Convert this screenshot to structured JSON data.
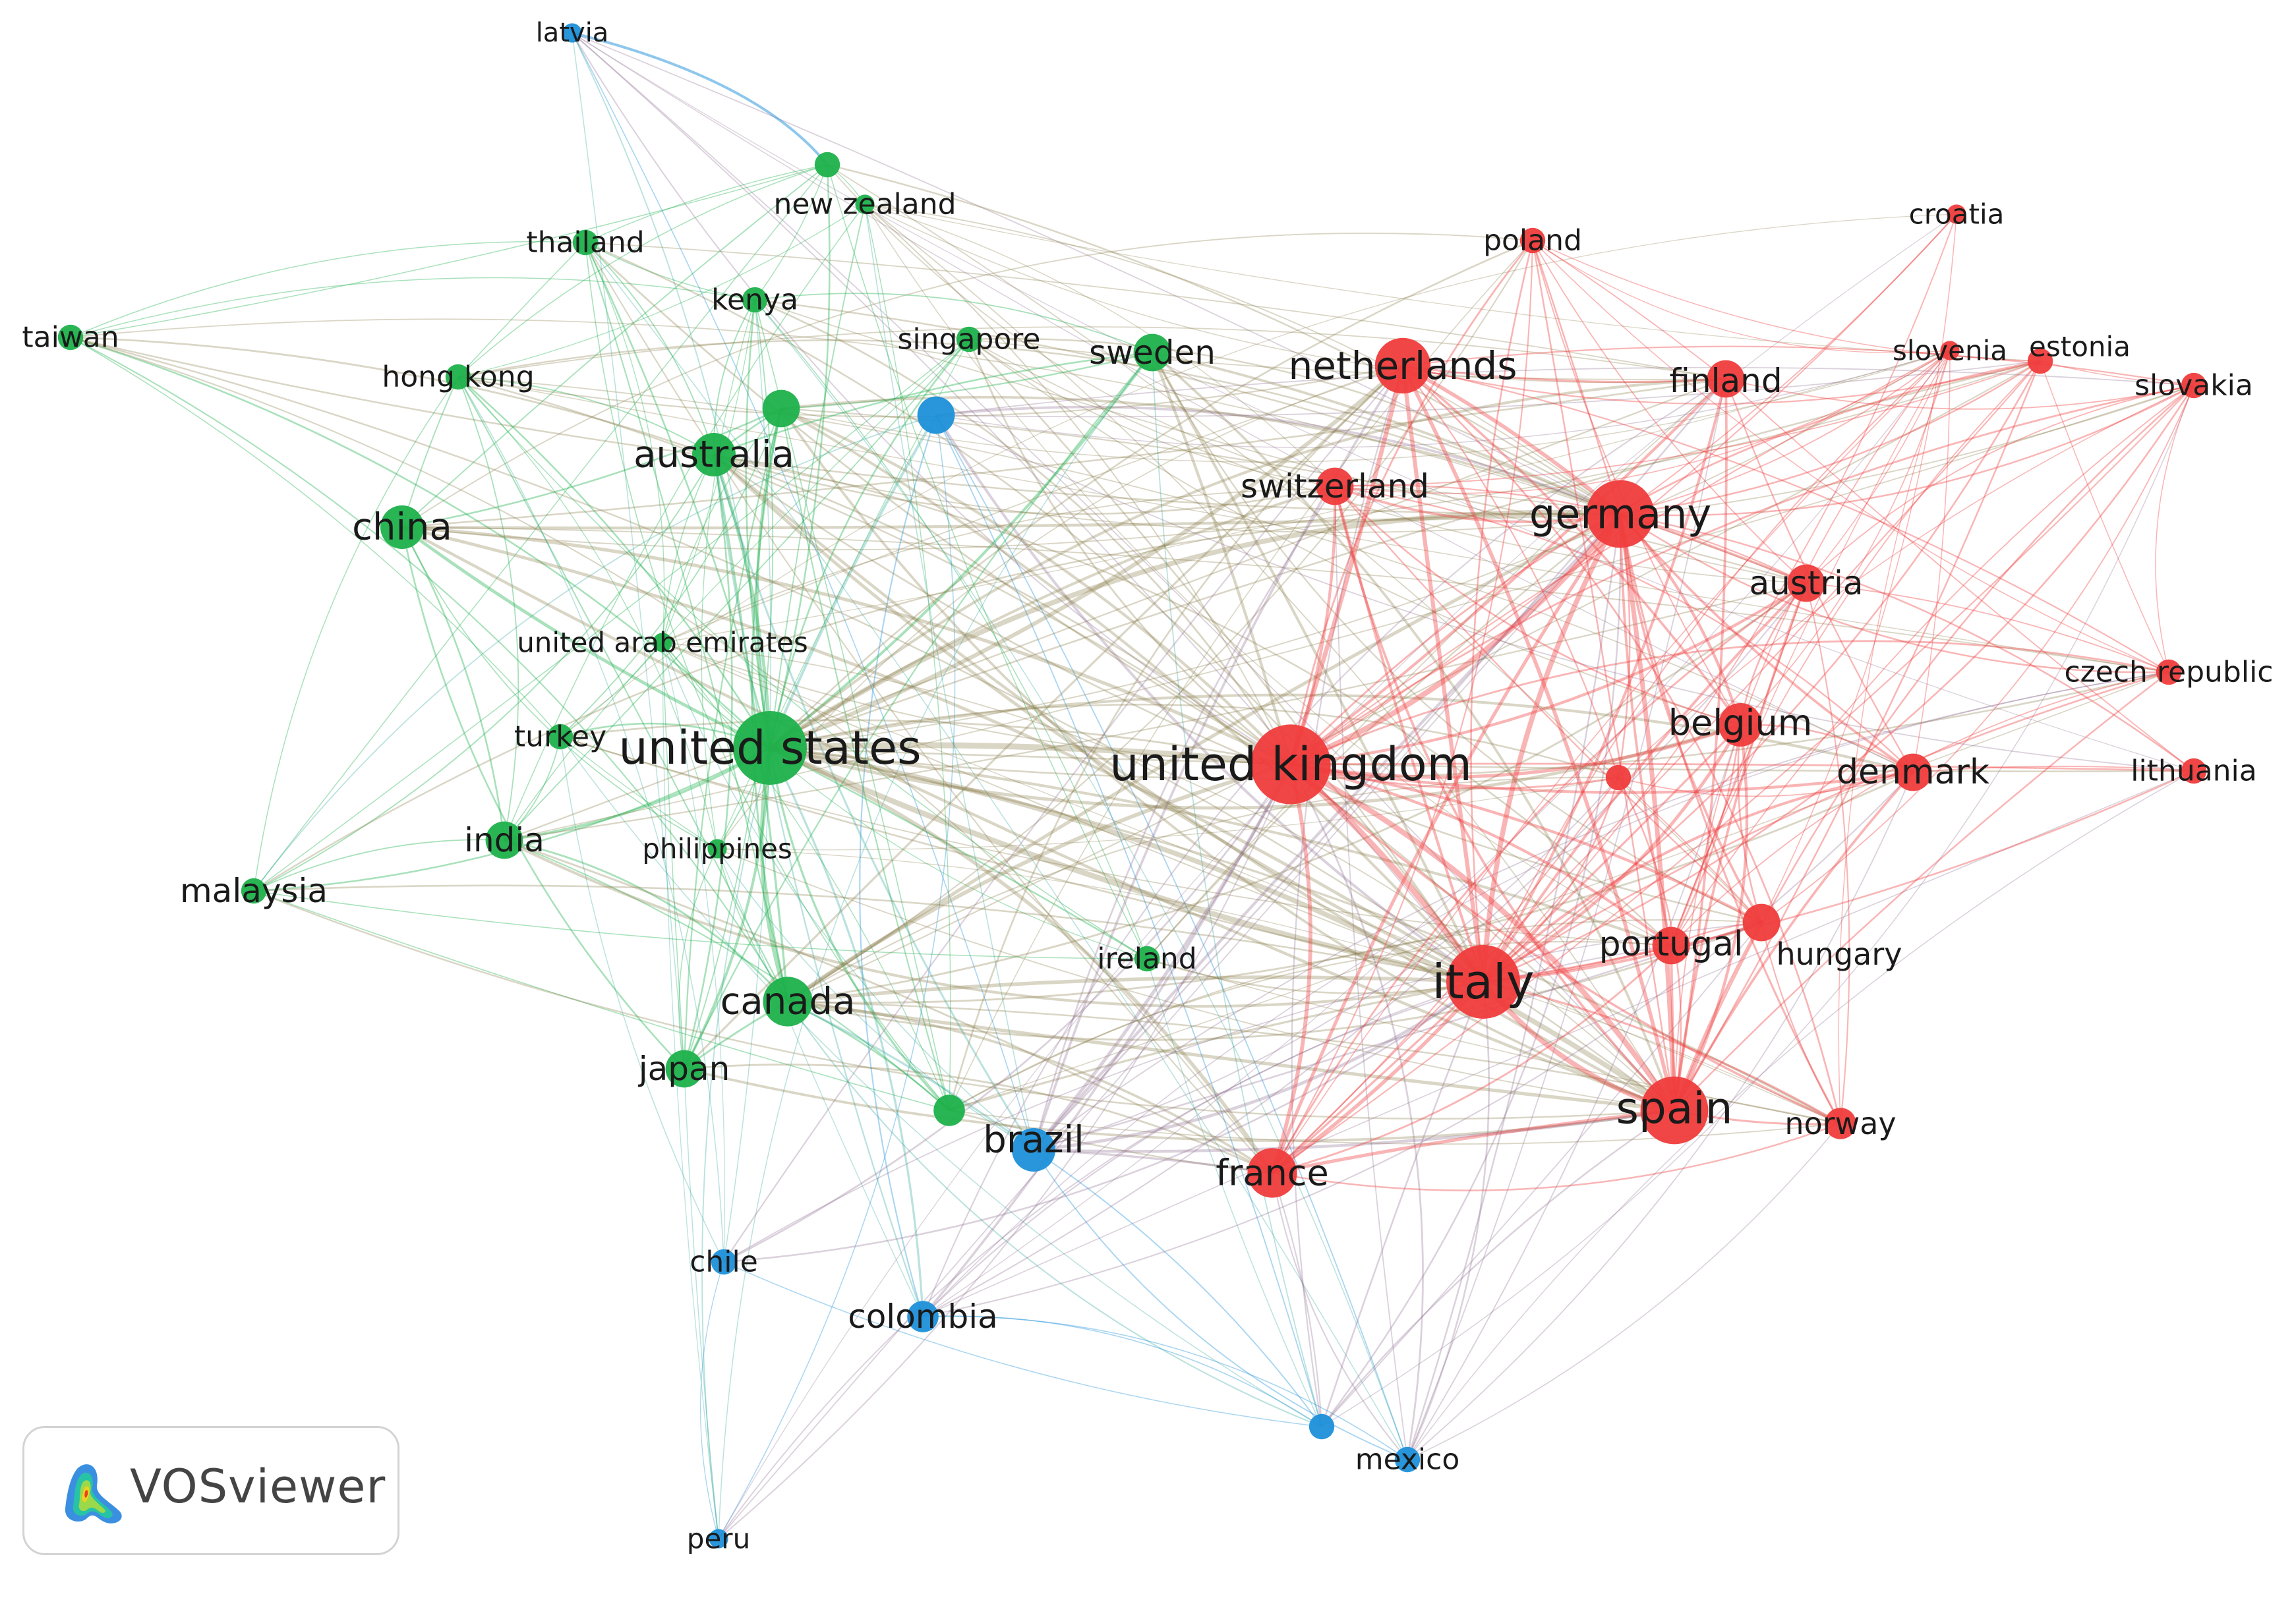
{
  "clusters": {
    "green": "#1db14b",
    "red": "#f03c3c",
    "blue": "#1e90d9"
  },
  "nodes": [
    {
      "id": "latvia",
      "label": "latvia",
      "cluster": "blue",
      "weight": 1
    },
    {
      "id": "nz_dot",
      "label": "",
      "cluster": "green",
      "weight": 2
    },
    {
      "id": "new_zealand",
      "label": "new zealand",
      "cluster": "green",
      "weight": 1
    },
    {
      "id": "thailand",
      "label": "thailand",
      "cluster": "green",
      "weight": 2
    },
    {
      "id": "kenya",
      "label": "kenya",
      "cluster": "green",
      "weight": 2
    },
    {
      "id": "taiwan",
      "label": "taiwan",
      "cluster": "green",
      "weight": 2
    },
    {
      "id": "hong_kong",
      "label": "hong kong",
      "cluster": "green",
      "weight": 2
    },
    {
      "id": "singapore",
      "label": "singapore",
      "cluster": "green",
      "weight": 2
    },
    {
      "id": "blue_dot",
      "label": "",
      "cluster": "blue",
      "weight": 4
    },
    {
      "id": "green_dot1",
      "label": "",
      "cluster": "green",
      "weight": 4
    },
    {
      "id": "sweden",
      "label": "sweden",
      "cluster": "green",
      "weight": 4
    },
    {
      "id": "australia",
      "label": "australia",
      "cluster": "green",
      "weight": 5
    },
    {
      "id": "china",
      "label": "china",
      "cluster": "green",
      "weight": 5
    },
    {
      "id": "uae",
      "label": "united arab emirates",
      "cluster": "green",
      "weight": 1
    },
    {
      "id": "turkey",
      "label": "turkey",
      "cluster": "green",
      "weight": 2
    },
    {
      "id": "united_states",
      "label": "united states",
      "cluster": "green",
      "weight": 10
    },
    {
      "id": "india",
      "label": "india",
      "cluster": "green",
      "weight": 4
    },
    {
      "id": "philippines",
      "label": "philippines",
      "cluster": "green",
      "weight": 1
    },
    {
      "id": "malaysia",
      "label": "malaysia",
      "cluster": "green",
      "weight": 2
    },
    {
      "id": "canada",
      "label": "canada",
      "cluster": "green",
      "weight": 6
    },
    {
      "id": "japan",
      "label": "japan",
      "cluster": "green",
      "weight": 4
    },
    {
      "id": "ireland",
      "label": "ireland",
      "cluster": "green",
      "weight": 2
    },
    {
      "id": "green_dot2",
      "label": "",
      "cluster": "green",
      "weight": 3
    },
    {
      "id": "brazil",
      "label": "brazil",
      "cluster": "blue",
      "weight": 5
    },
    {
      "id": "chile",
      "label": "chile",
      "cluster": "blue",
      "weight": 2
    },
    {
      "id": "colombia",
      "label": "colombia",
      "cluster": "blue",
      "weight": 3
    },
    {
      "id": "peru",
      "label": "peru",
      "cluster": "blue",
      "weight": 1
    },
    {
      "id": "blue_dot2",
      "label": "",
      "cluster": "blue",
      "weight": 2
    },
    {
      "id": "mexico",
      "label": "mexico",
      "cluster": "blue",
      "weight": 2
    },
    {
      "id": "poland",
      "label": "poland",
      "cluster": "red",
      "weight": 2
    },
    {
      "id": "croatia",
      "label": "croatia",
      "cluster": "red",
      "weight": 1
    },
    {
      "id": "netherlands",
      "label": "netherlands",
      "cluster": "red",
      "weight": 7
    },
    {
      "id": "finland",
      "label": "finland",
      "cluster": "red",
      "weight": 4
    },
    {
      "id": "slovenia",
      "label": "slovenia",
      "cluster": "red",
      "weight": 1
    },
    {
      "id": "estonia",
      "label": "estonia",
      "cluster": "red",
      "weight": 2
    },
    {
      "id": "slovakia",
      "label": "slovakia",
      "cluster": "red",
      "weight": 2
    },
    {
      "id": "switzerland",
      "label": "switzerland",
      "cluster": "red",
      "weight": 4
    },
    {
      "id": "germany",
      "label": "germany",
      "cluster": "red",
      "weight": 9
    },
    {
      "id": "austria",
      "label": "austria",
      "cluster": "red",
      "weight": 4
    },
    {
      "id": "czech_republic",
      "label": "czech republic",
      "cluster": "red",
      "weight": 2
    },
    {
      "id": "belgium",
      "label": "belgium",
      "cluster": "red",
      "weight": 5
    },
    {
      "id": "united_kingdom",
      "label": "united kingdom",
      "cluster": "red",
      "weight": 11
    },
    {
      "id": "red_dot",
      "label": "",
      "cluster": "red",
      "weight": 2
    },
    {
      "id": "denmark",
      "label": "denmark",
      "cluster": "red",
      "weight": 4
    },
    {
      "id": "lithuania",
      "label": "lithuania",
      "cluster": "red",
      "weight": 2
    },
    {
      "id": "portugal",
      "label": "portugal",
      "cluster": "red",
      "weight": 4
    },
    {
      "id": "hungary",
      "label": "hungary",
      "cluster": "red",
      "weight": 4
    },
    {
      "id": "italy",
      "label": "italy",
      "cluster": "red",
      "weight": 10
    },
    {
      "id": "spain",
      "label": "spain",
      "cluster": "red",
      "weight": 9
    },
    {
      "id": "norway",
      "label": "norway",
      "cluster": "red",
      "weight": 3
    },
    {
      "id": "france",
      "label": "france",
      "cluster": "red",
      "weight": 6
    }
  ],
  "logo": {
    "text": "VOSviewer",
    "icon_name": "vosviewer-density-icon"
  }
}
